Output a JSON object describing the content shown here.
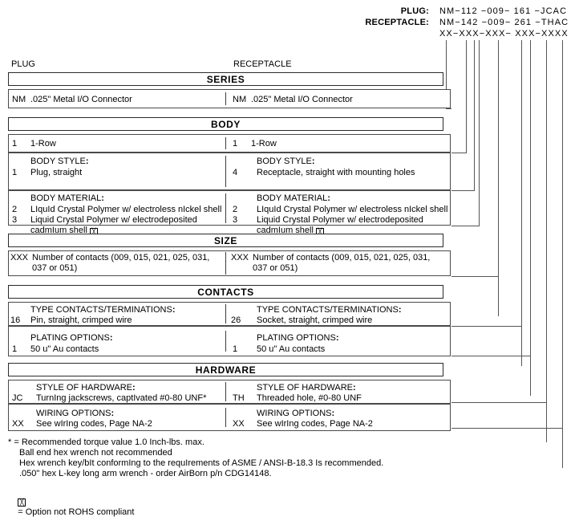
{
  "header": {
    "plug_label": "PLUG:",
    "receptacle_label": "RECEPTACLE:",
    "plug_pn": "NM−112 −009− 161 −JCAC",
    "receptacle_pn": "NM−142 −009− 261 −THAC",
    "mask_pn": "XX−XXX−XXX− XXX−XXXX"
  },
  "columns": {
    "left": "PLUG",
    "right": "RECEPTACLE"
  },
  "sections": [
    {
      "banner": "SERIES",
      "rows": [
        {
          "title": "",
          "left_code": "NM",
          "left_text": ".025\" Metal I/O Connector",
          "right_code": "NM",
          "right_text": ".025\" Metal I/O Connector"
        }
      ]
    },
    {
      "banner": "BODY",
      "rows": [
        {
          "title": "",
          "left_code": "1",
          "left_text": "1-Row",
          "right_code": "1",
          "right_text": "1-Row"
        },
        {
          "title": "BODY STYLE",
          "left_code": "1",
          "left_text": "Plug, straight",
          "right_code": "4",
          "right_text": "Receptacle, straight with mounting holes"
        },
        {
          "title": "BODY MATERIAL",
          "left_code": "2",
          "left_text": "LIquId Crystal Polymer w/ electroless nIckel shell",
          "left_code2": "3",
          "left_text2": "Liquid Crystal Polymer w/ electrodeposited",
          "left_text2b": "cadmIum shell",
          "right_code": "2",
          "right_text": "LIquId Crystal Polymer w/ electroless nIckel shell",
          "right_code2": "3",
          "right_text2": "Liquid Crystal Polymer w/ electrodeposited",
          "right_text2b": "cadmIum shell"
        }
      ]
    },
    {
      "banner": "SIZE",
      "rows": [
        {
          "title": "",
          "left_code": "XXX",
          "left_text": "Number of contacts (009, 015, 021, 025, 031,",
          "left_text2": "037 or 051)",
          "right_code": "XXX",
          "right_text": "Number of contacts (009, 015, 021, 025, 031,",
          "right_text2": "037 or 051)"
        }
      ]
    },
    {
      "banner": "CONTACTS",
      "rows": [
        {
          "title": "TYPE CONTACTS/TERMINATIONS",
          "left_code": "16",
          "left_text": "Pin, straight, crimped wire",
          "right_code": "26",
          "right_text": "Socket, straight, crimped wire"
        },
        {
          "title": "PLATING OPTIONS",
          "left_code": "1",
          "left_text": "50 u\" Au contacts",
          "right_code": "1",
          "right_text": "50 u\" Au contacts"
        }
      ]
    },
    {
      "banner": "HARDWARE",
      "rows": [
        {
          "title": "STYLE OF HARDWARE",
          "left_code": "JC",
          "left_text": "TurnIng jackscrews, captIvated #0-80 UNF*",
          "right_code": "TH",
          "right_text": "Threaded hole, #0-80 UNF"
        },
        {
          "title": "WIRING OPTIONS",
          "left_code": "XX",
          "left_text": "See wIrIng codes, Page NA-2",
          "right_code": "XX",
          "right_text": "See wIrIng codes, Page NA-2"
        }
      ]
    }
  ],
  "footnotes": {
    "asterisk_lines": [
      "* = Recommended torque value 1.0 Inch-lbs. max.",
      "Ball end hex wrench not recommended",
      "Hex wrench key/bIt conformIng to the requIrements of ASME / ANSI-B-18.3 Is recommended.",
      ".050\" hex L-key long arm wrench - order AirBorn p/n CDG14148."
    ],
    "rohs_line": "= Option not ROHS compliant",
    "rohs_symbol": "x"
  },
  "colors": {
    "ink": "#000000",
    "rule": "#3c3c3c",
    "leader": "#555555",
    "paper": "#ffffff"
  }
}
